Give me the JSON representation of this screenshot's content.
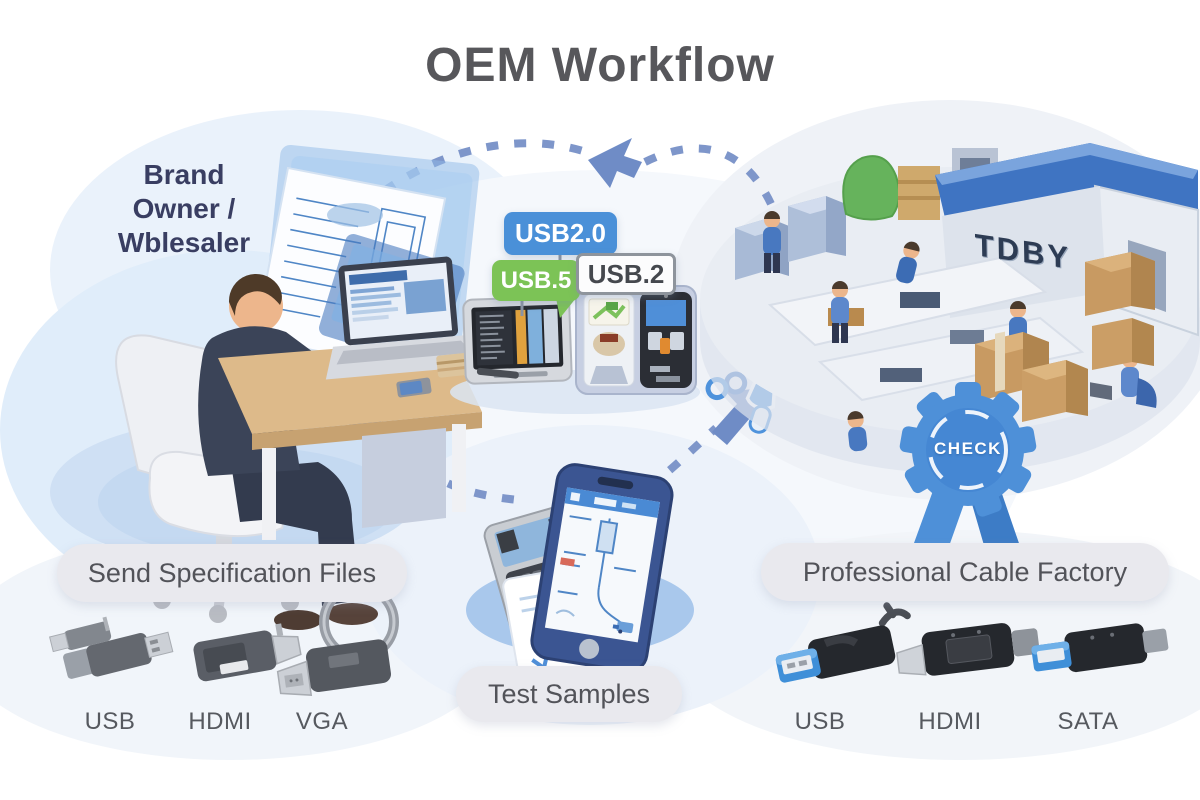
{
  "title": "OEM Workflow",
  "brand_owner": {
    "line1": "Brand",
    "line2": "Owner /",
    "line3": "Wblesaler"
  },
  "usb_tags": {
    "blue": "USB2.0",
    "green": "USB.5",
    "white": "USB.2"
  },
  "pills": {
    "send_spec": "Send Specification Files",
    "test_samples": "Test Samples",
    "cable_factory": "Professional Cable Factory"
  },
  "factory": {
    "sign": "TDBY"
  },
  "badge": {
    "label": "CHECK"
  },
  "connectors": {
    "left": [
      {
        "label": "USB"
      },
      {
        "label": "HDMI"
      },
      {
        "label": "VGA"
      }
    ],
    "right": [
      {
        "label": "USB"
      },
      {
        "label": "HDMI"
      },
      {
        "label": "SATA"
      }
    ]
  },
  "colors": {
    "accent_blue": "#4a90d8",
    "accent_green": "#7cc356",
    "tag_white_border": "#8e949c",
    "dashed_line": "#7e96ca",
    "arrow": "#6f8cc6",
    "badge_blue": "#4e90d8",
    "pill_bg": "#e9e9ee",
    "title_text": "#57575b",
    "navy_text": "#393e62",
    "factory_roof": "#3f74c2"
  }
}
